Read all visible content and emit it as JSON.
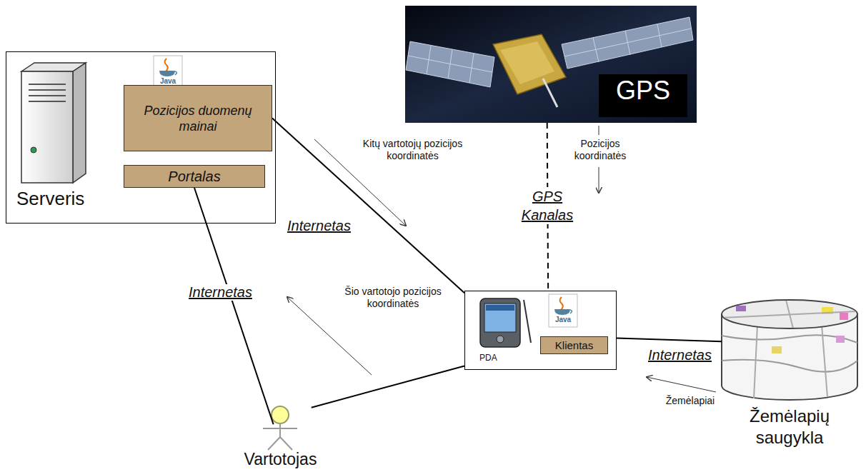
{
  "diagram": {
    "nodes": [
      {
        "text": [
          "Serveris"
        ]
      },
      {
        "text": [
          "Pozicijos duomenų mainai"
        ],
        "in": 0
      },
      {
        "text": [
          "Portalas"
        ],
        "in": 0
      },
      {
        "text": [
          "GPS"
        ]
      },
      {
        "text": [
          "PDA"
        ]
      },
      {
        "text": [
          "Klientas"
        ],
        "in": 4
      },
      {
        "text": [
          "Vartotojas"
        ]
      },
      {
        "text": [
          "Žemėlapių saugykla"
        ]
      }
    ],
    "edges": [
      {
        "from": 1,
        "to": 4,
        "arrow": "none",
        "label": "Internetas"
      },
      {
        "from": 2,
        "to": 6,
        "arrow": "none",
        "label": "Internetas"
      },
      {
        "from": 3,
        "to": 4,
        "arrow": "none",
        "label": "GPS Kanalas"
      },
      {
        "from": 6,
        "to": 4,
        "arrow": "none"
      },
      {
        "from": 4,
        "to": 7,
        "arrow": "none",
        "label": "Internetas"
      }
    ],
    "labels": [
      "Java",
      "Java",
      "Kitų vartotojų pozicijos koordinatės",
      "Šio vartotojo pozicijos koordinatės",
      "Pozicijos koordinatės",
      "Žemėlapiai"
    ]
  }
}
